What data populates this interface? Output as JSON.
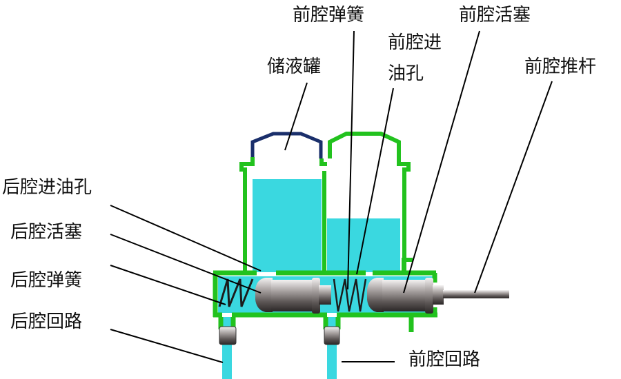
{
  "title": "制动主缸结构示意",
  "labels": {
    "reservoir": "储液罐",
    "front_spring": "前腔弹簧",
    "front_inlet_line1": "前腔进",
    "front_inlet_line2": "油孔",
    "front_piston": "前腔活塞",
    "front_pushrod": "前腔推杆",
    "rear_inlet": "后腔进油孔",
    "rear_piston": "后腔活塞",
    "rear_spring": "后腔弹簧",
    "rear_circuit": "后腔回路",
    "front_circuit": "前腔回路"
  },
  "colors": {
    "housing": "#22c21e",
    "fluid": "#3ad8e0",
    "cap": "#1a2f6b",
    "piston": "#8f8a88",
    "leader": "#000000"
  }
}
